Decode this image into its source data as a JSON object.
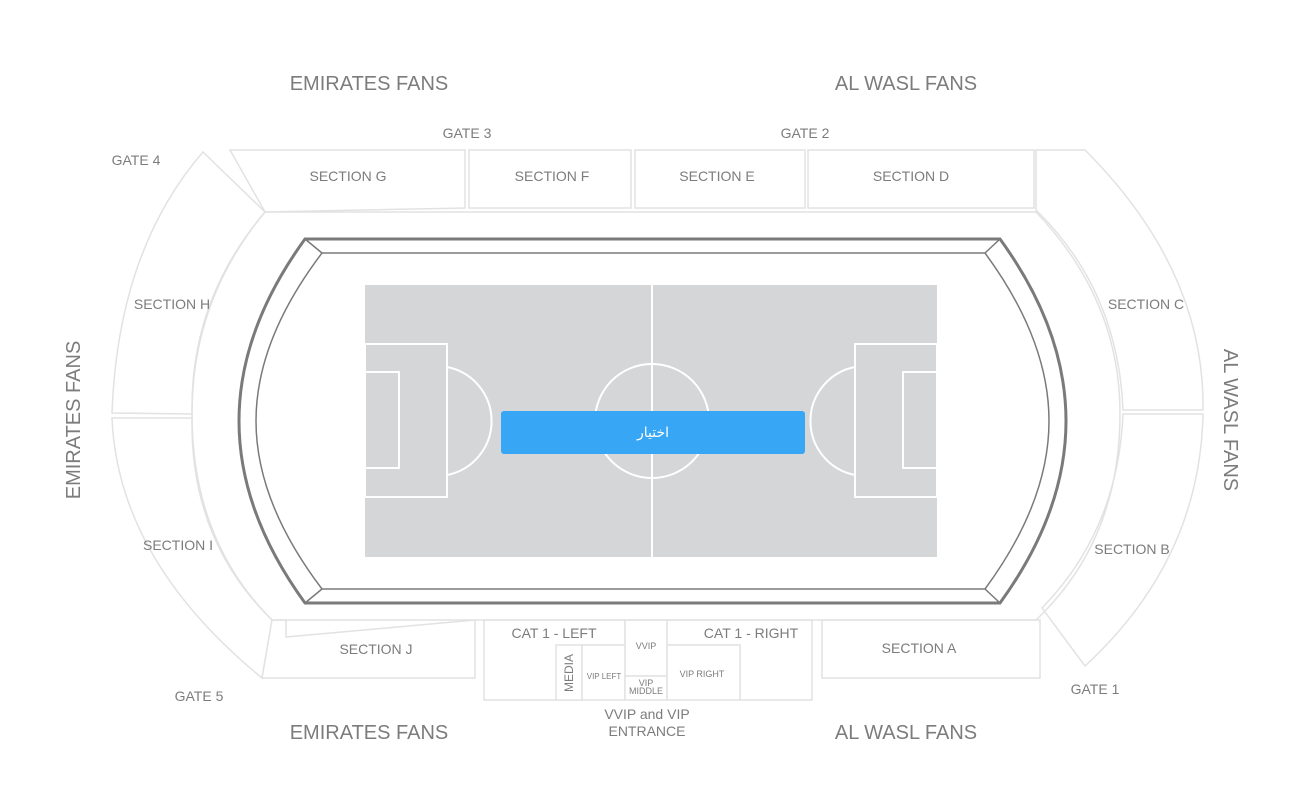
{
  "fans": {
    "top_left": "EMIRATES FANS",
    "top_right": "AL WASL FANS",
    "left": "EMIRATES FANS",
    "right": "AL WASL FANS",
    "bottom_left": "EMIRATES FANS",
    "bottom_right": "AL WASL FANS"
  },
  "gates": {
    "gate1": "GATE 1",
    "gate2": "GATE 2",
    "gate3": "GATE 3",
    "gate4": "GATE 4",
    "gate5": "GATE 5"
  },
  "sections": {
    "a": "SECTION A",
    "b": "SECTION B",
    "c": "SECTION C",
    "d": "SECTION D",
    "e": "SECTION E",
    "f": "SECTION F",
    "g": "SECTION G",
    "h": "SECTION H",
    "i": "SECTION I",
    "j": "SECTION J"
  },
  "vip": {
    "cat1_left": "CAT 1 - LEFT",
    "cat1_right": "CAT 1 - RIGHT",
    "vvip": "VVIP",
    "media": "MEDIA",
    "vip_left": "VIP LEFT",
    "vip_middle_line1": "VIP",
    "vip_middle_line2": "MIDDLE",
    "vip_right": "VIP RIGHT",
    "entrance_line1": "VVIP and VIP",
    "entrance_line2": "ENTRANCE"
  },
  "select_button": "اختيار",
  "colors": {
    "pitch": "#d5d6d8",
    "button": "#36a6f5",
    "label": "#7c7c7c",
    "outline": "#e2e2e2",
    "track": "#7a7a7a"
  }
}
